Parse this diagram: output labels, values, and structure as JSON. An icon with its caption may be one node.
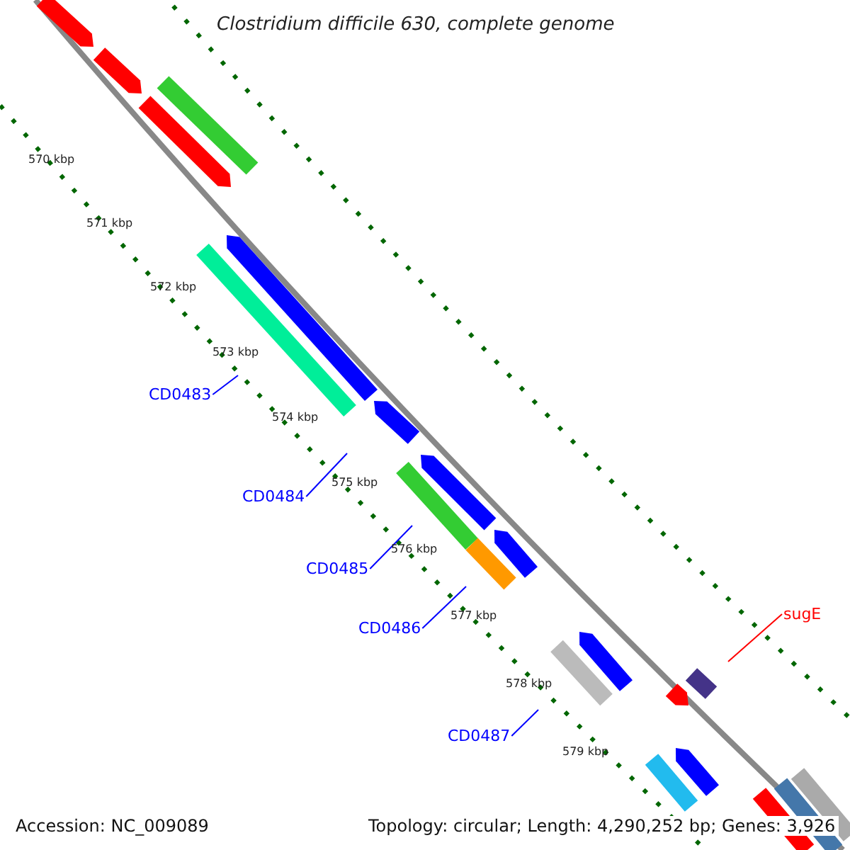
{
  "diagram": {
    "title": "Clostridium difficile 630, complete genome",
    "nodes": [
      {
        "text": [
          "CD0483"
        ]
      },
      {
        "text": [
          "CD0484"
        ]
      },
      {
        "text": [
          "CD0485"
        ]
      },
      {
        "text": [
          "CD0486"
        ]
      },
      {
        "text": [
          "CD0487"
        ]
      },
      {
        "text": [
          "sugE"
        ]
      }
    ],
    "edges": [
      {
        "from": 0,
        "to": null,
        "arrow": "none"
      },
      {
        "from": 1,
        "to": null,
        "arrow": "none"
      },
      {
        "from": 2,
        "to": null,
        "arrow": "none"
      },
      {
        "from": 3,
        "to": null,
        "arrow": "none"
      },
      {
        "from": 4,
        "to": null,
        "arrow": "none"
      },
      {
        "from": 5,
        "to": null,
        "arrow": "none",
        "color": "#ff0000"
      }
    ],
    "labels": [
      "570 kbp",
      "571 kbp",
      "572 kbp",
      "573 kbp",
      "574 kbp",
      "575 kbp",
      "576 kbp",
      "577 kbp",
      "578 kbp",
      "579 kbp",
      "Accession: NC_009089",
      "Topology: circular; Length: 4,290,252 bp; Genes: 3,926"
    ]
  }
}
